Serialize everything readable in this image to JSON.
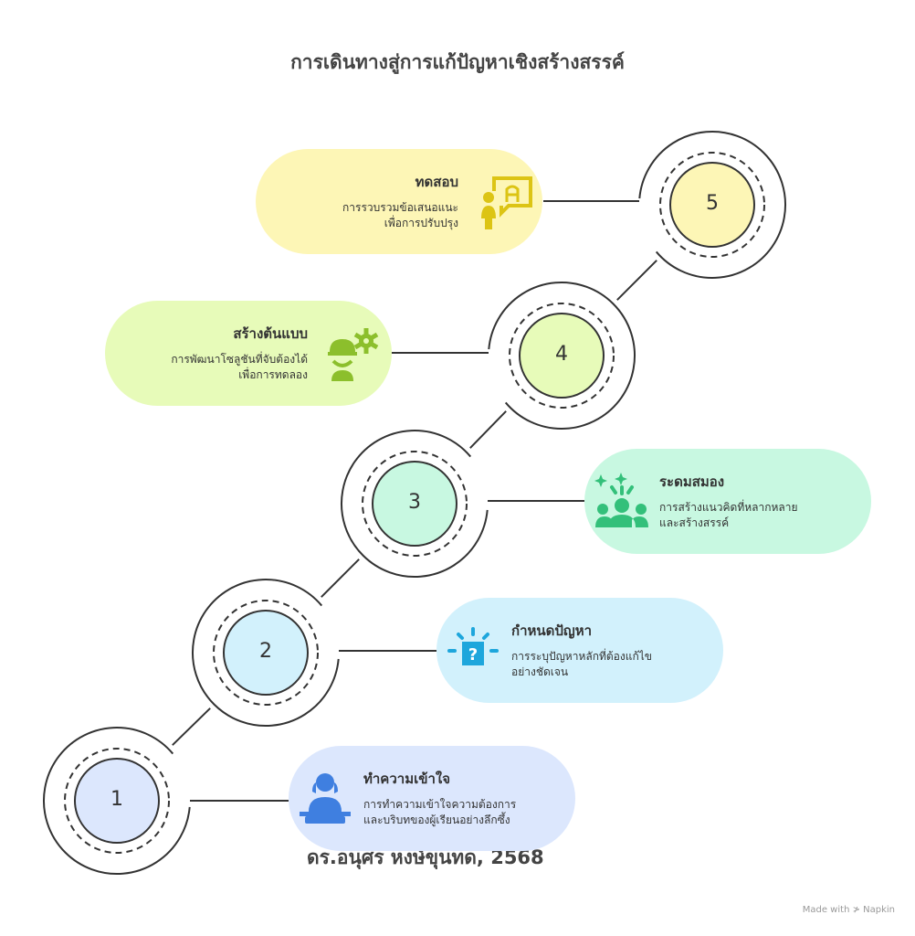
{
  "title": "การเดินทางสู่การแก้ปัญหาเชิงสร้างสรรค์",
  "steps": [
    {
      "number": "1",
      "title": "ทำความเข้าใจ",
      "line1": "การทำความเข้าใจความต้องการ",
      "line2": "และบริบทของผู้เรียนอย่างลึกซึ้ง",
      "icon": "teacher-icon",
      "color": "#dce7fd",
      "icon_color": "#3f7fe0"
    },
    {
      "number": "2",
      "title": "กำหนดปัญหา",
      "line1": "การระบุปัญหาหลักที่ต้องแก้ไข",
      "line2": "อย่างชัดเจน",
      "icon": "question-box-icon",
      "color": "#d2f1fc",
      "icon_color": "#1ea6dc"
    },
    {
      "number": "3",
      "title": "ระดมสมอง",
      "line1": "การสร้างแนวคิดที่หลากหลาย",
      "line2": "และสร้างสรรค์",
      "icon": "group-idea-icon",
      "color": "#c8f8e1",
      "icon_color": "#33c07a"
    },
    {
      "number": "4",
      "title": "สร้างต้นแบบ",
      "line1": "การพัฒนาโซลูชันที่จับต้องได้",
      "line2": "เพื่อการทดลอง",
      "icon": "engineer-gear-icon",
      "color": "#e7fbb9",
      "icon_color": "#8cbf2c"
    },
    {
      "number": "5",
      "title": "ทดสอบ",
      "line1": "การรวบรวมข้อเสนอแนะ",
      "line2": "เพื่อการปรับปรุง",
      "icon": "feedback-icon",
      "color": "#fdf6b6",
      "icon_color": "#dcc414"
    }
  ],
  "footer": "ดร.อนุศร หงษ์ขุนทด, 2568",
  "made_with": "Made with ≯ Napkin"
}
